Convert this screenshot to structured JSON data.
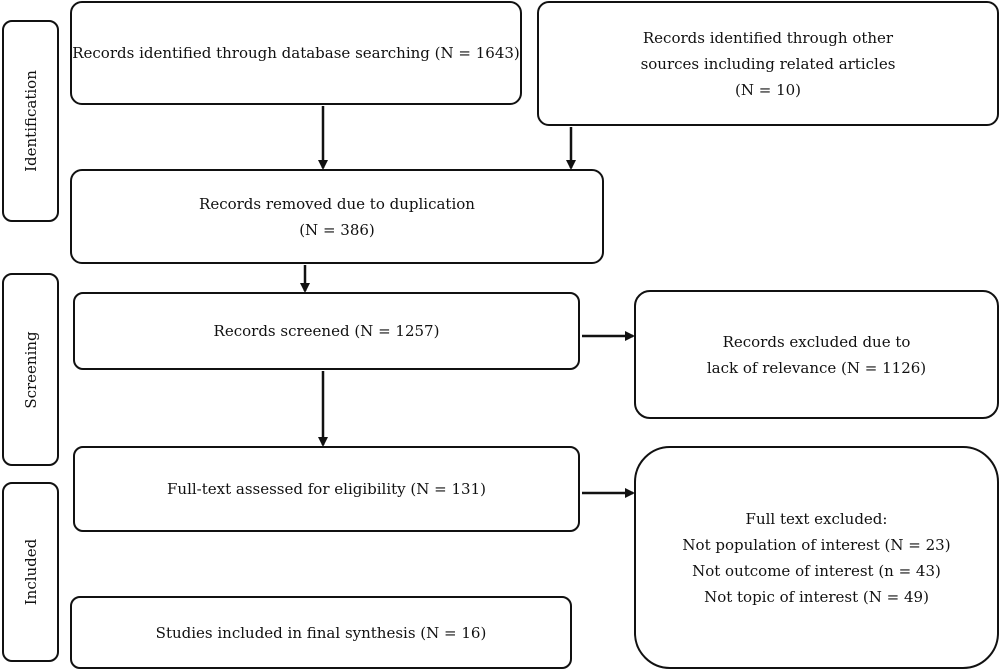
{
  "stages": {
    "identification": "Identification",
    "screening": "Screening",
    "included": "Included"
  },
  "boxes": {
    "database": {
      "lines": [
        "Records identified through database searching (N = 1643)"
      ]
    },
    "other": {
      "lines": [
        "Records identified through other",
        "sources including related articles",
        "(N = 10)"
      ]
    },
    "duplicates": {
      "lines": [
        "Records removed due to duplication",
        "(N = 386)"
      ]
    },
    "screened": {
      "lines": [
        "Records screened (N = 1257)"
      ]
    },
    "excluded": {
      "lines": [
        "Records excluded due to",
        "lack of relevance (N = 1126)"
      ]
    },
    "fulltext": {
      "lines": [
        "Full-text assessed for eligibility (N = 131)"
      ]
    },
    "fulltext_excluded": {
      "lines": [
        "Full text excluded:",
        "Not population of interest (N = 23)",
        "Not outcome of interest (n = 43)",
        "Not topic of interest (N = 49)"
      ]
    },
    "included": {
      "lines": [
        "Studies included in final synthesis (N = 16)"
      ]
    }
  }
}
